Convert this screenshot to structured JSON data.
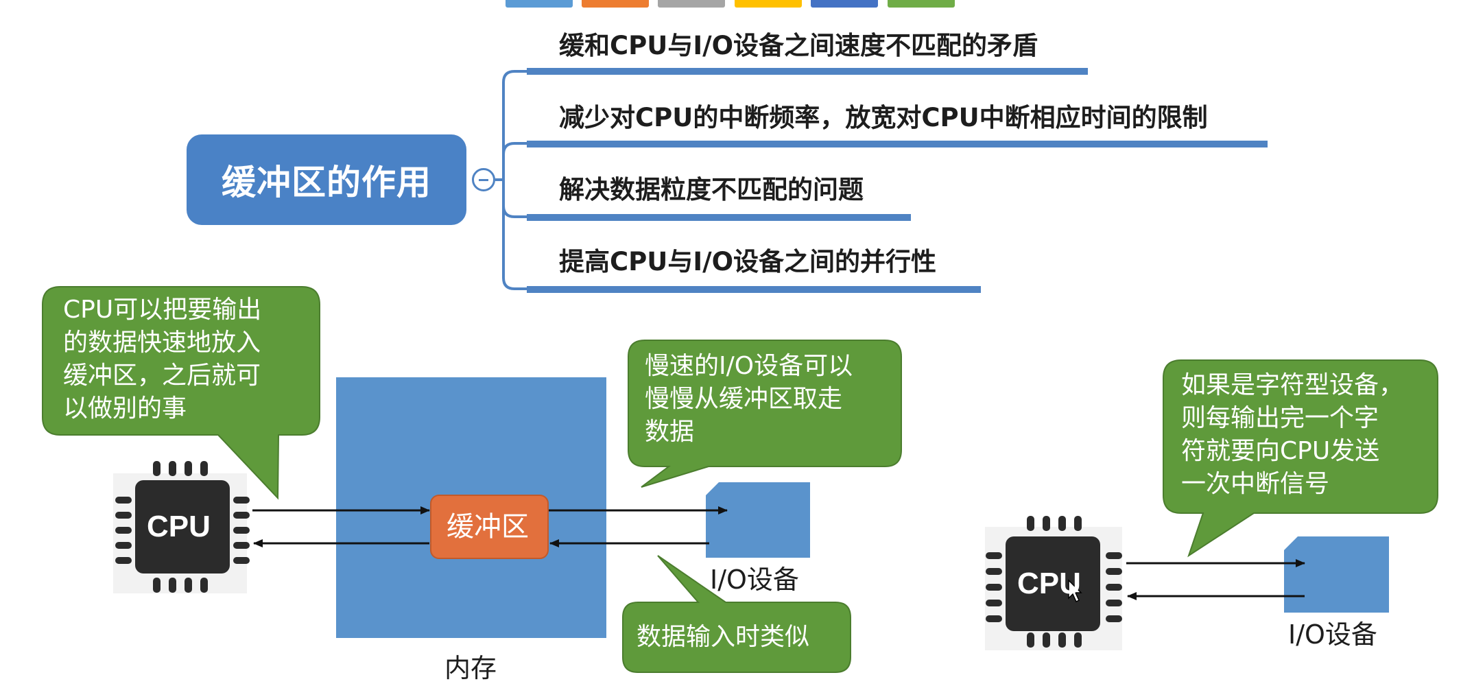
{
  "colors": {
    "accent_blue": "#4a82c6",
    "block_blue": "#5a93cc",
    "buffer_orange": "#e2703d",
    "callout_green": "#5f9a3b",
    "chip_dark": "#2b2b2b",
    "swatches": [
      "#5b9bd5",
      "#ed7d31",
      "#a5a5a5",
      "#ffc000",
      "#4472c4",
      "#70ad47"
    ]
  },
  "mindmap": {
    "root": "缓冲区的作用",
    "branches": [
      "缓和CPU与I/O设备之间速度不匹配的矛盾",
      "减少对CPU的中断频率，放宽对CPU中断相应时间的限制",
      "解决数据粒度不匹配的问题",
      "提高CPU与I/O设备之间的并行性"
    ]
  },
  "diagram_left": {
    "cpu_label": "CPU",
    "buffer_label": "缓冲区",
    "memory_label": "内存",
    "device_label": "I/O设备",
    "callout_cpu": [
      "CPU可以把要输出",
      "的数据快速地放入",
      "缓冲区，之后就可",
      "以做别的事"
    ],
    "callout_device": [
      "慢速的I/O设备可以",
      "慢慢从缓冲区取走",
      "数据"
    ],
    "callout_input": "数据输入时类似"
  },
  "diagram_right": {
    "cpu_label": "CPU",
    "device_label": "I/O设备",
    "callout_char": [
      "如果是字符型设备，",
      "则每输出完一个字",
      "符就要向CPU发送",
      "一次中断信号"
    ]
  },
  "icons": [
    "cpu-chip-icon",
    "collapse-icon",
    "mouse-cursor-icon"
  ]
}
